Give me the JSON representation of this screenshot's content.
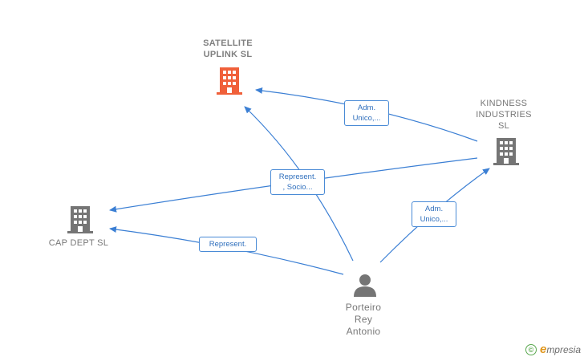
{
  "nodes": {
    "satellite": {
      "line1": "SATELLITE",
      "line2": "UPLINK  SL",
      "color": "#f0603a"
    },
    "kindness": {
      "line1": "KINDNESS",
      "line2": "INDUSTRIES",
      "line3": "SL",
      "color": "#757575"
    },
    "capdept": {
      "line1": "CAP DEPT  SL",
      "color": "#757575"
    },
    "person": {
      "line1": "Porteiro",
      "line2": "Rey",
      "line3": "Antonio",
      "color": "#757575"
    }
  },
  "edges": {
    "kindness_satellite": {
      "line1": "Adm.",
      "line2": "Unico,..."
    },
    "person_satellite_capdept": {
      "line1": "Represent.",
      "line2": ", Socio..."
    },
    "person_capdept": {
      "line1": "Represent."
    },
    "person_kindness": {
      "line1": "Adm.",
      "line2": "Unico,..."
    }
  },
  "edge_color": "#3b7fd4",
  "brand": {
    "copyright": "©",
    "initial": "e",
    "rest": "mpresia"
  }
}
